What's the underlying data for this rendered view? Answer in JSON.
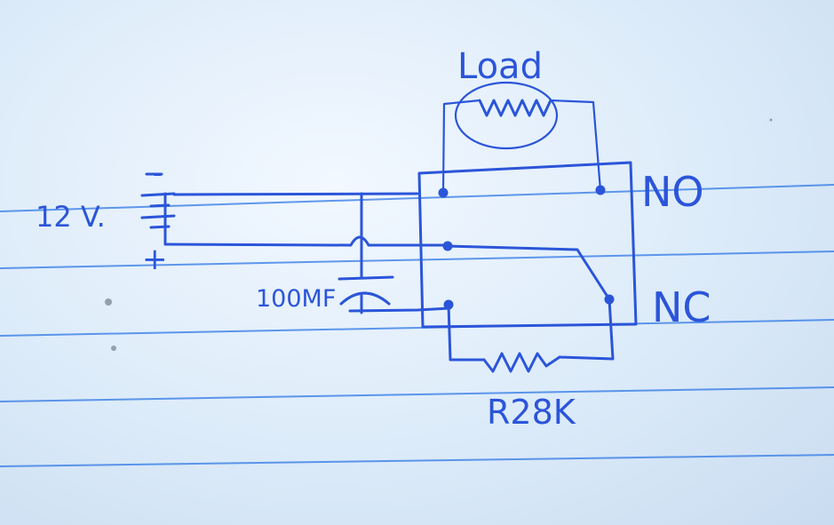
{
  "labels": {
    "supply": "12 V.",
    "minus": "-",
    "plus": "+",
    "capacitor": "100MF",
    "load": "Load",
    "no_contact": "NO",
    "nc_contact": "NC",
    "resistor": "R28K"
  },
  "colors": {
    "ink": "#2b55d9",
    "ruled_line": "#2f78e6",
    "paper": "#e3effa"
  }
}
